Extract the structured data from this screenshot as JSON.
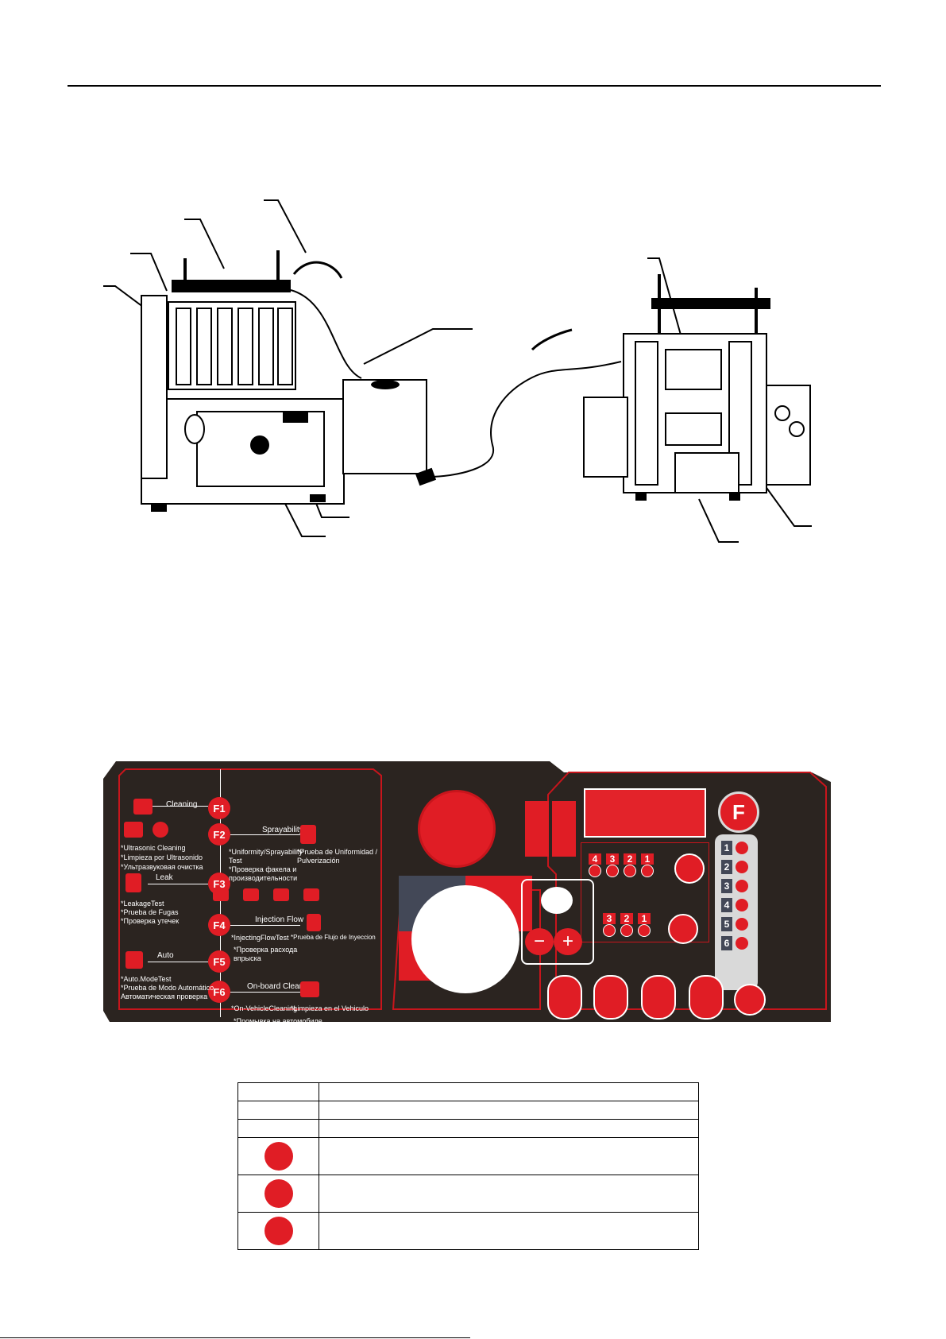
{
  "panel": {
    "function_keys": [
      {
        "key": "F1",
        "label": "Cleaning"
      },
      {
        "key": "F2",
        "label": "Sprayability"
      },
      {
        "key": "F3",
        "label": "Leak"
      },
      {
        "key": "F4",
        "label": "Injection Flow"
      },
      {
        "key": "F5",
        "label": "Auto"
      },
      {
        "key": "F6",
        "label": "On-board Clean"
      }
    ],
    "notes": {
      "ultrasonic": [
        "*Ultrasonic Cleaning",
        "*Limpieza por Ultrasonido",
        "*Ультразвуковая очистка"
      ],
      "uniformity": [
        "*Uniformity/Sprayability",
        "Test",
        "*Проверка факела и",
        "производительности"
      ],
      "uniformity_es": [
        "*Prueba de  Uniformidad /",
        "Pulverización"
      ],
      "leakage": [
        "*LeakageTest",
        "*Prueba de Fugas",
        "*Проверка утечек"
      ],
      "injecting": "*InjectingFlowTest",
      "injecting_es": "*Prueba de Flujo de Inyeccion",
      "injecting_ru": [
        "*Проверка расхода",
        "впрыска"
      ],
      "auto": [
        "*Auto.ModeTest",
        "*Prueba de Modo Automático",
        "Автоматическая проверка"
      ],
      "onvehicle": "*On-VehicleCleaning",
      "onvehicle_es": "*Limpieza en el Vehiculo",
      "onvehicle_ru": "*Промывка на автомобиле"
    },
    "f_badge": "F",
    "cylinder_numbers": [
      "1",
      "2",
      "3",
      "4",
      "5",
      "6"
    ],
    "top_group_numbers": [
      "4",
      "3",
      "2",
      "1"
    ],
    "bottom_group_numbers": [
      "3",
      "2",
      "1"
    ],
    "colors": {
      "panel_bg": "#2b2420",
      "accent_red": "#e01d25",
      "border_red": "#c8151c",
      "display_red": "#e3232a",
      "light_gray": "#d9d9d9"
    },
    "icons": [
      "up-arrow-icon",
      "down-arrow-icon",
      "engine-icon",
      "gauge-icon",
      "minus-icon",
      "plus-icon",
      "injector-spray-icon",
      "cycle-icon",
      "drain-icon",
      "lamp-icon",
      "gear-icon",
      "play-stop-icon",
      "hand-icon"
    ]
  },
  "legend_table": {
    "rows": [
      "",
      "",
      "",
      "",
      "",
      ""
    ],
    "icon_rows": [
      "spray-icon",
      "spray-icon",
      "spray-icon"
    ]
  }
}
